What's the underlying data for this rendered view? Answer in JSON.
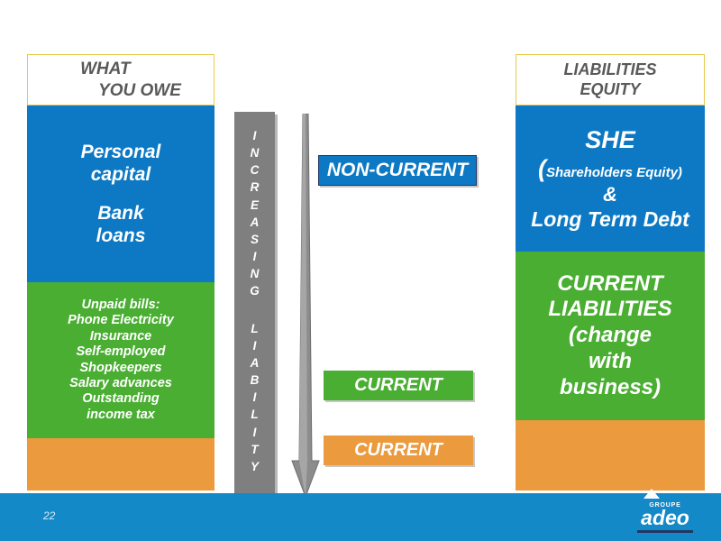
{
  "slide": {
    "page_number": "22",
    "colors": {
      "blue": "#0d79c4",
      "green": "#4aae32",
      "orange": "#eb9a3d",
      "gray": "#7f7f7f",
      "footer_blue": "#1489c8",
      "header_border": "#e8c84d",
      "header_text": "#595959"
    }
  },
  "left_column": {
    "header": {
      "line1": "WHAT",
      "line2": "YOU OWE"
    },
    "blue_band": {
      "line1": "Personal",
      "line2": "capital",
      "line3": "Bank",
      "line4": "loans"
    },
    "green_band": {
      "lines": [
        "Unpaid bills:",
        "Phone Electricity",
        "Insurance",
        "Self-employed",
        "Shopkeepers",
        "Salary advances",
        "Outstanding",
        "income tax"
      ]
    },
    "orange_band": {
      "text": ""
    }
  },
  "center": {
    "gray_bar": {
      "word1": "INCREASING",
      "word2": "LIABILITY",
      "full_text": "INCREASING LIABILITY"
    },
    "arrow": {
      "direction": "down",
      "name": "increasing-liability-arrow"
    },
    "chips": {
      "non_current": "NON-CURRENT",
      "current_green": "CURRENT",
      "current_orange": "CURRENT"
    }
  },
  "right_column": {
    "header": {
      "line1": "LIABILITIES",
      "line2": "EQUITY"
    },
    "blue_band": {
      "line1": "SHE",
      "line2_paren_open": "(",
      "line2": "Shareholders Equity)",
      "line3": "&",
      "line4": "Long Term Debt"
    },
    "green_band": {
      "line1": "CURRENT",
      "line2": "LIABILITIES",
      "line3": "(change",
      "line4": "with",
      "line5": "business)"
    },
    "orange_band": {
      "text": ""
    }
  },
  "footer": {
    "logo": {
      "top_text": "GROUPE",
      "main_text": "adeo"
    }
  }
}
